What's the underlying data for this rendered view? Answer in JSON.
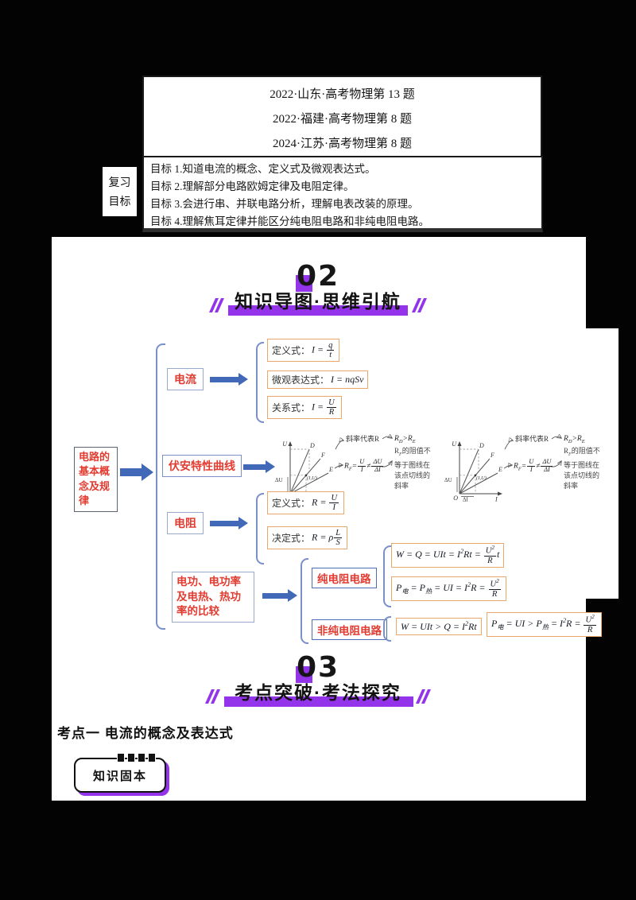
{
  "header": {
    "exam_refs": [
      "2022·山东·高考物理第 13 题",
      "2022·福建·高考物理第 8 题",
      "2024·江苏·高考物理第 8 题"
    ],
    "review_label": {
      "line1": "复习",
      "line2": "目标"
    },
    "goals": [
      "目标 1.知道电流的概念、定义式及微观表达式。",
      "目标 2.理解部分电路欧姆定律及电阻定律。",
      "目标 3.会进行串、并联电路分析，理解电表改装的原理。",
      "目标 4.理解焦耳定律并能区分纯电阻电路和非纯电阻电路。"
    ]
  },
  "sections": {
    "s02": {
      "number": "02",
      "title": "知识导图·思维引航"
    },
    "s03": {
      "number": "03",
      "title": "考点突破·考法探究"
    }
  },
  "mindmap": {
    "root": "电路的基本概念及规律",
    "current": {
      "label": "电流",
      "formulas": [
        {
          "label": "定义式：",
          "f": "I = {q|t}"
        },
        {
          "label": "微观表达式：",
          "f": "I = nqSv"
        },
        {
          "label": "关系式：",
          "f": "I = {U|R}"
        }
      ]
    },
    "vi": {
      "label": "伏安特性曲线",
      "graph_labels": {
        "axis_u": "U",
        "axis_i": "I",
        "origin": "O",
        "d": "D",
        "f": "F",
        "e": "E",
        "point": "(I,U)",
        "du": "ΔU",
        "di": "ΔI"
      },
      "ann": {
        "slope": "斜率代表R",
        "rdre": "R_(D)>R_(E)",
        "rf": "R_(F)={U|I}≠{ΔU|ΔI}",
        "note": "R_(F)的阻值不\n等于图线在\n该点切线的\n斜率"
      }
    },
    "resistance": {
      "label": "电阻",
      "formulas": [
        {
          "label": "定义式：",
          "f": "R = {U|I}"
        },
        {
          "label": "决定式：",
          "f": "R = ρ{L|S}"
        }
      ]
    },
    "power": {
      "label": "电功、电功率及电热、热功率的比较",
      "pure": {
        "label": "纯电阻电路",
        "formulas": [
          "W = Q = UIt = I^(2)Rt = {U^(2)|R}t",
          "P_(电) = P_(热) = UI = I^(2)R = {U^(2)|R}"
        ]
      },
      "impure": {
        "label": "非纯电阻电路",
        "formulas": [
          "W = UIt > Q = I^(2)Rt",
          "P_(电) = UI > P_(热) = I^(2)R = {U^(2)|R}"
        ]
      }
    }
  },
  "kaodian": {
    "heading": "考点一 电流的概念及表达式",
    "badge": "知识固本"
  },
  "colors": {
    "purple": "#9333ea",
    "red": "#e23b30",
    "blue": "#4169b8",
    "bracket": "#7b8fc9",
    "formula_border": "#e9a76b"
  }
}
